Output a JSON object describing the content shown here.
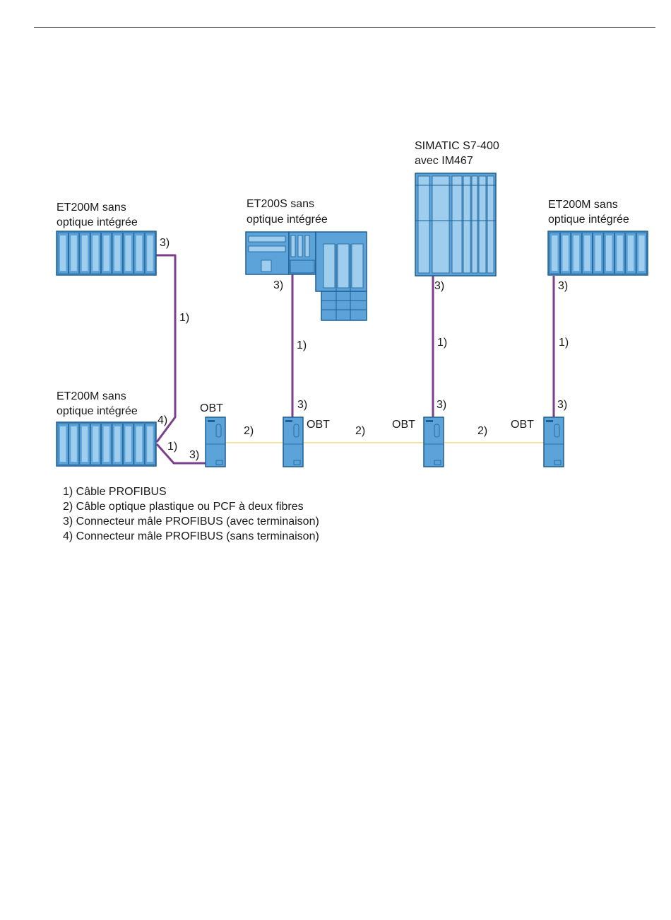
{
  "devices": {
    "et200m_top_left": [
      "ET200M sans",
      "optique intégrée"
    ],
    "et200s": [
      "ET200S sans",
      "optique intégrée"
    ],
    "s7400": [
      "SIMATIC S7-400",
      "avec IM467"
    ],
    "et200m_right": [
      "ET200M sans",
      "optique intégrée"
    ],
    "et200m_bottom_left": [
      "ET200M sans",
      "optique intégrée"
    ]
  },
  "obt_label": "OBT",
  "markers": {
    "m1": "1)",
    "m2": "2)",
    "m3": "3)",
    "m4": "4)"
  },
  "legend": [
    "1) Câble PROFIBUS",
    "2) Câble optique plastique ou PCF à deux fibres",
    "3) Connecteur mâle PROFIBUS (avec terminaison)",
    "4) Connecteur mâle PROFIBUS (sans terminaison)"
  ],
  "colors": {
    "profibus_cable": "#7b3f8e",
    "optical_cable": "#f3e2a0",
    "device_blue": "#5ba3d9",
    "device_light": "#9fcdee",
    "device_border": "#1f5f93"
  }
}
